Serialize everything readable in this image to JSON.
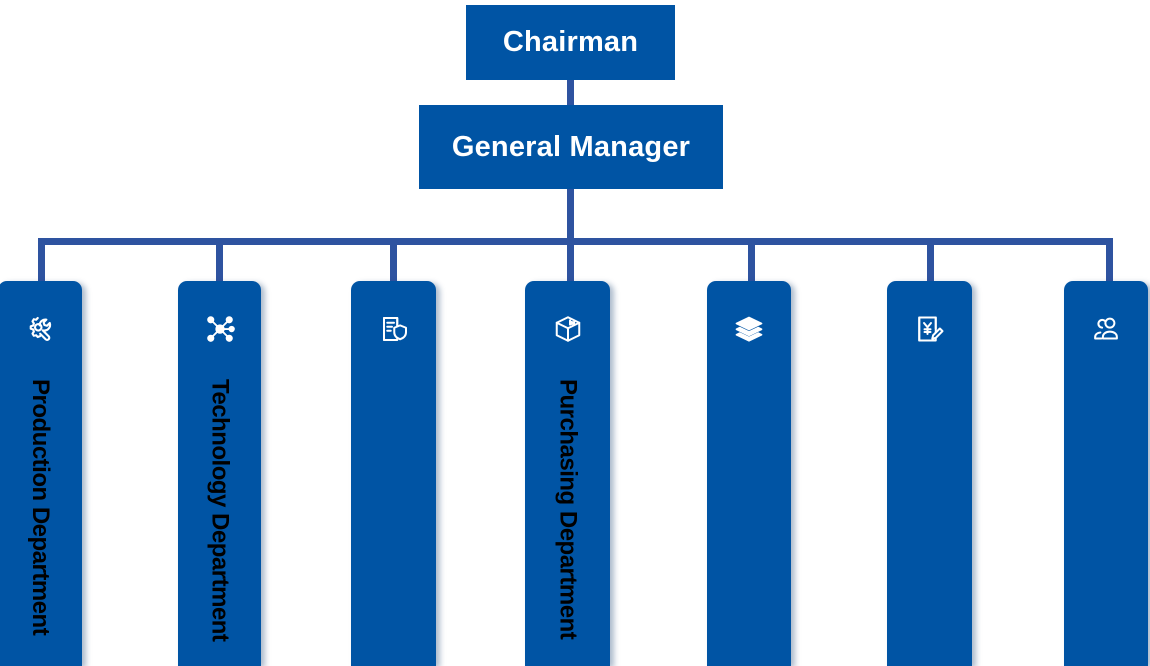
{
  "chart_data": {
    "type": "diagram",
    "diagram_kind": "organizational-chart",
    "title": "",
    "orientation": "top-down",
    "levels": [
      {
        "level": 1,
        "nodes": [
          "Chairman"
        ]
      },
      {
        "level": 2,
        "nodes": [
          "General Manager"
        ]
      },
      {
        "level": 3,
        "nodes": [
          "Production Department",
          "Technology Department",
          "",
          "Purchasing Department",
          "",
          "",
          ""
        ]
      }
    ],
    "edges": [
      {
        "from": "Chairman",
        "to": "General Manager"
      },
      {
        "from": "General Manager",
        "to": "Production Department"
      },
      {
        "from": "General Manager",
        "to": "Technology Department"
      },
      {
        "from": "General Manager",
        "to": "department-3"
      },
      {
        "from": "General Manager",
        "to": "Purchasing Department"
      },
      {
        "from": "General Manager",
        "to": "department-5"
      },
      {
        "from": "General Manager",
        "to": "department-6"
      },
      {
        "from": "General Manager",
        "to": "department-7"
      }
    ]
  },
  "colors": {
    "box_blue": "#0054A4",
    "connector_blue": "#2E53A0",
    "label_text": "#000000",
    "box_text": "#FFFFFF",
    "background": "#FFFFFF"
  },
  "top": {
    "chairman": "Chairman",
    "general_manager": "General Manager"
  },
  "departments": [
    {
      "label": "Production Department",
      "icon": "gear-wrench-icon"
    },
    {
      "label": "Technology Department",
      "icon": "molecule-network-icon"
    },
    {
      "label": "",
      "icon": "document-shield-icon"
    },
    {
      "label": "Purchasing Department",
      "icon": "package-box-icon"
    },
    {
      "label": "",
      "icon": "layers-stack-icon"
    },
    {
      "label": "",
      "icon": "yen-document-pencil-icon"
    },
    {
      "label": "",
      "icon": "users-group-icon"
    }
  ]
}
